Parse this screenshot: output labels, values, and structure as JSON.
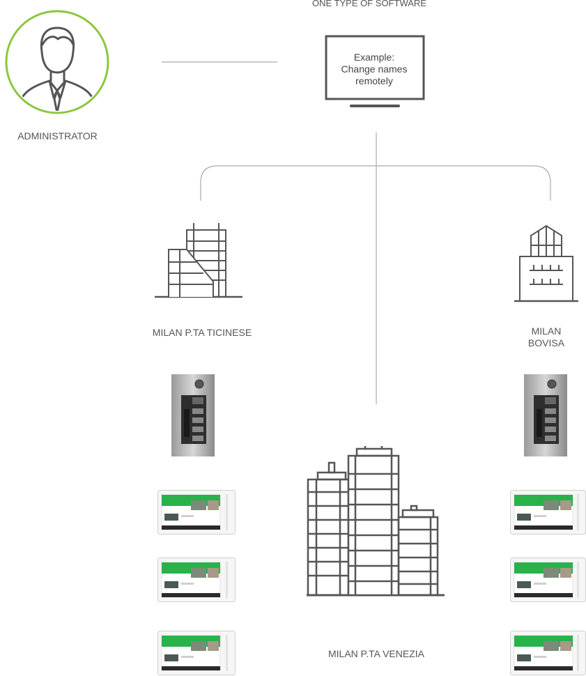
{
  "header": {
    "software_label": "ONE TYPE OF SOFTWARE"
  },
  "administrator": {
    "label": "ADMINISTRATOR",
    "ring_color": "#8cc63f"
  },
  "monitor": {
    "line1": "Example:",
    "line2": "Change names",
    "line3": "remotely"
  },
  "sites": {
    "ticinese": {
      "label": "MILAN P.TA TICINESE"
    },
    "bovisa": {
      "line1": "MILAN",
      "line2": "BOVISA"
    },
    "venezia": {
      "label": "MILAN P.TA VENEZIA"
    }
  },
  "colors": {
    "line": "#aaaaaa",
    "icon": "#555555",
    "panel_green": "#27b34a",
    "accent": "#8cc63f"
  }
}
